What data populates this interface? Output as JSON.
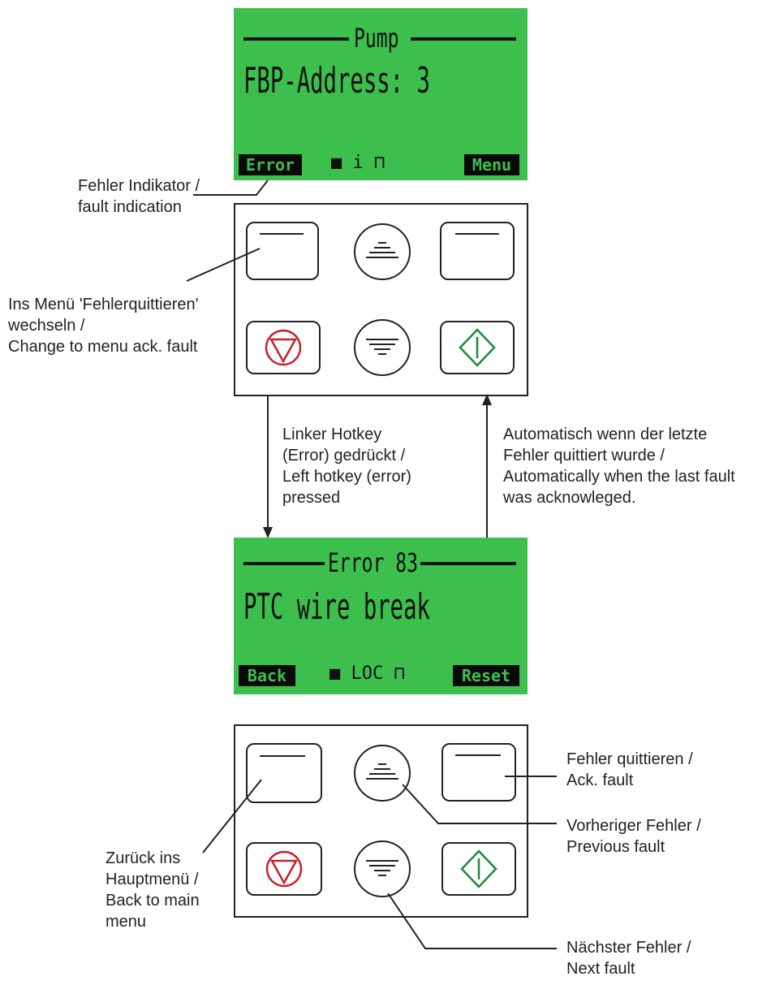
{
  "display1": {
    "title": "Pump",
    "line1": "FBP-Address: 3",
    "softkey_left": "Error",
    "softkey_right": "Menu",
    "status": "■ i     ⊓"
  },
  "display2": {
    "title": "Error 83",
    "line1": "PTC wire break",
    "softkey_left": "Back",
    "softkey_right": "Reset",
    "status": "■  LOC ⊓"
  },
  "labels": {
    "fault_indication": "Fehler Indikator /\nfault indication",
    "change_menu": "Ins Menü 'Fehlerquittieren'\nwechseln /\nChange to menu ack. fault",
    "left_hotkey": "Linker Hotkey\n(Error) gedrückt /\nLeft hotkey (error)\npressed",
    "automatic": "Automatisch wenn der letzte\nFehler quittiert wurde /\nAutomatically when the last fault\nwas acknowleged.",
    "ack_fault": "Fehler quittieren /\nAck. fault",
    "previous_fault": "Vorheriger Fehler /\nPrevious fault",
    "back_main": "Zurück ins\nHauptmenü /\nBack to main\nmenu",
    "next_fault": "Nächster Fehler /\nNext fault"
  },
  "colors": {
    "lcd_green": "#3dbf4d",
    "stop_red": "#c8202a",
    "start_green": "#1a8a3a"
  },
  "icons": [
    "stop-icon",
    "start-icon",
    "scroll-up-icon",
    "scroll-down-icon"
  ]
}
